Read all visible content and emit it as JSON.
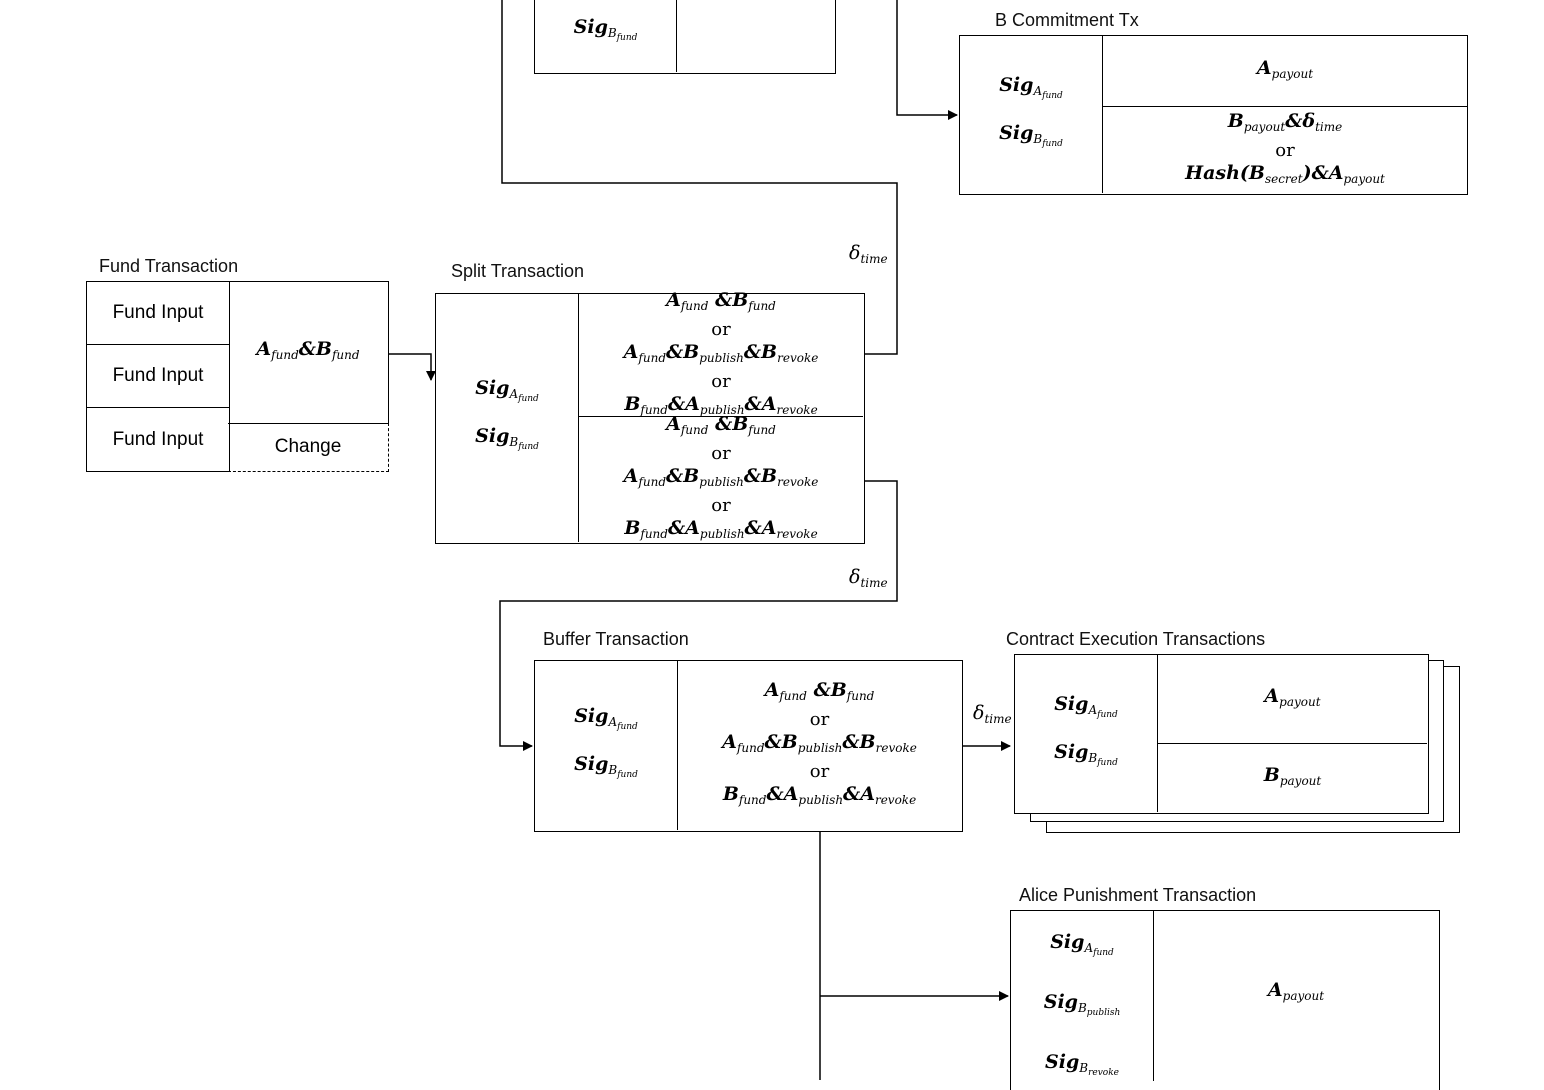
{
  "labels": {
    "fund_tx": "Fund Transaction",
    "split_tx": "Split Transaction",
    "b_commitment_tx": "B Commitment Tx",
    "buffer_tx": "Buffer Transaction",
    "contract_exec_tx": "Contract Execution Transactions",
    "alice_punishment_tx": "Alice Punishment Transaction"
  },
  "fund": {
    "inputs": [
      "Fund Input",
      "Fund Input",
      "Fund Input"
    ],
    "output": "A_fund & B_fund",
    "change": "Change"
  },
  "connector_or": "or",
  "delta_time": "δ_time",
  "sig_a_fund": "Sig A_fund",
  "sig_b_fund": "Sig B_fund",
  "sig_b_publish": "Sig B_publish",
  "sig_b_revoke": "Sig B_revoke",
  "conditions": {
    "joint_fund": "A_fund & B_fund",
    "a_fund_b_publish_b_revoke": "A_fund & B_publish & B_revoke",
    "b_fund_a_publish_a_revoke": "B_fund & A_publish & A_revoke",
    "a_payout": "A_payout",
    "b_payout": "B_payout",
    "b_payout_delta_time": "B_payout & δ_time",
    "hash_b_secret_a_payout": "Hash(B_secret) & A_payout"
  }
}
